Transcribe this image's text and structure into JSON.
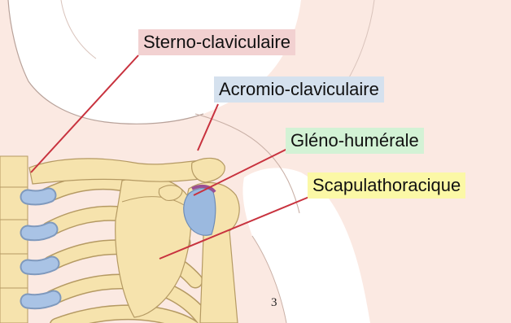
{
  "labels": {
    "sterno": "Sterno-claviculaire",
    "acromio": "Acromio-claviculaire",
    "gleno": "Gléno-humérale",
    "scapula": "Scapulathoracique"
  },
  "page_number": "3",
  "colors": {
    "sterno_bg": "#f2d1d1",
    "acromio_bg": "#d5e1ee",
    "gleno_bg": "#d3f2d5",
    "scapula_bg": "#fbf8a6",
    "leader_line": "#c8323e",
    "skin": "#fbe9e2",
    "bone": "#f6e3ad",
    "cartilage": "#9bb9df"
  }
}
